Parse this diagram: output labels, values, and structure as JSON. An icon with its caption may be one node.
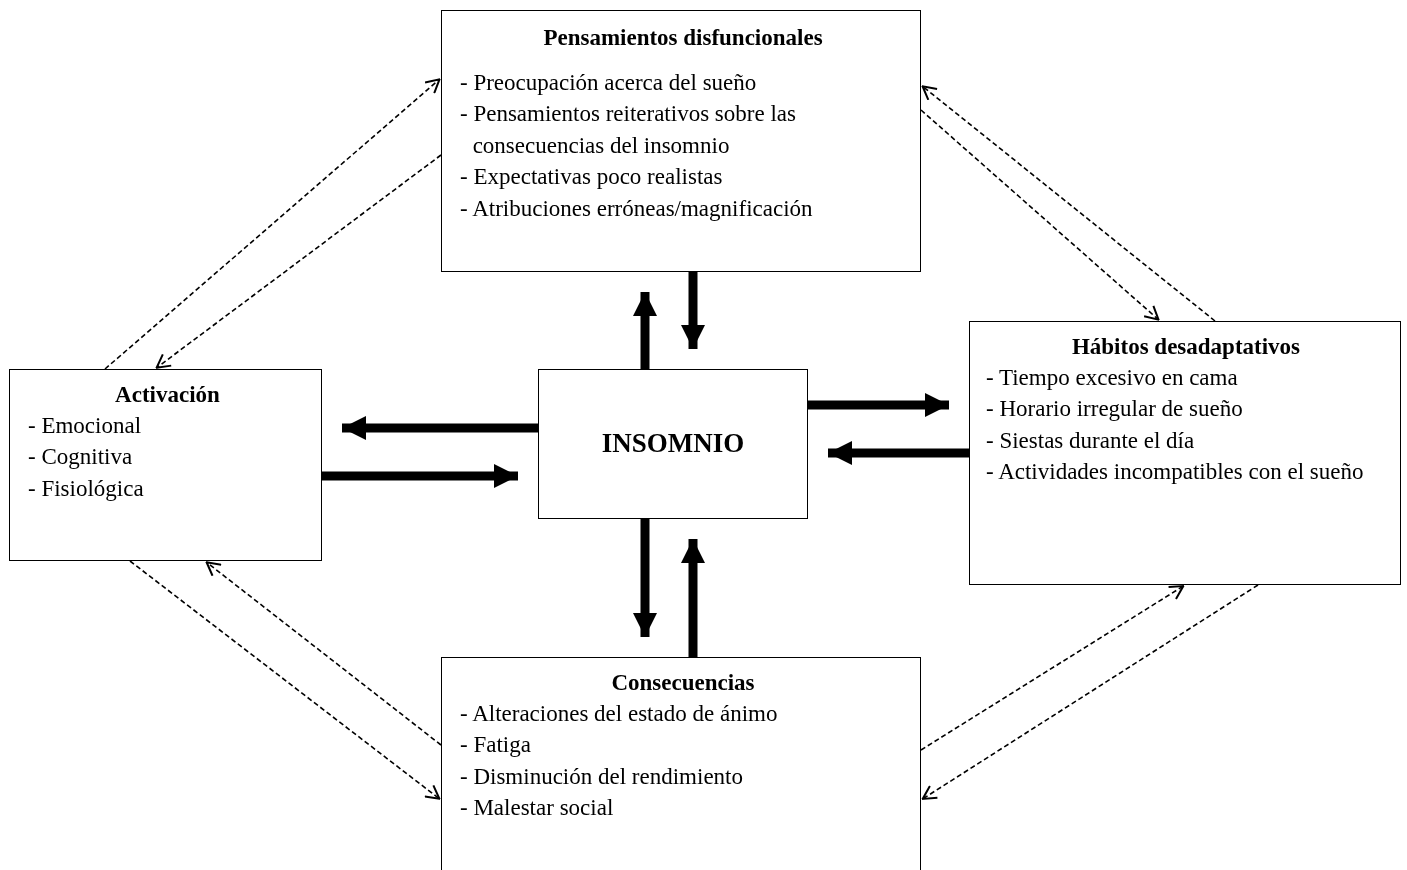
{
  "diagram": {
    "nodes": [
      {
        "text": [
          "Pensamientos disfuncionales",
          "- Preocupación acerca del sueño",
          "- Pensamientos reiterativos sobre las consecuencias del insomnio",
          "- Expectativas poco realistas",
          "- Atribuciones erróneas/magnificación"
        ]
      },
      {
        "text": [
          "Activación",
          "- Emocional",
          "- Cognitiva",
          "- Fisiológica"
        ]
      },
      {
        "text": [
          "INSOMNIO"
        ]
      },
      {
        "text": [
          "Hábitos desadaptativos",
          "- Tiempo excesivo en cama",
          "- Horario irregular de sueño",
          "- Siestas durante el día",
          "- Actividades incompatibles con el sueño"
        ]
      },
      {
        "text": [
          "Consecuencias",
          "- Alteraciones del estado de ánimo",
          "- Fatiga",
          "- Disminución del rendimiento",
          "- Malestar social"
        ]
      }
    ],
    "edges": [
      {
        "from": 1,
        "to": 0,
        "arrow": "to",
        "style": "dashed"
      },
      {
        "from": 0,
        "to": 1,
        "arrow": "to",
        "style": "dashed"
      },
      {
        "from": 3,
        "to": 0,
        "arrow": "to",
        "style": "dashed"
      },
      {
        "from": 0,
        "to": 3,
        "arrow": "to",
        "style": "dashed"
      },
      {
        "from": 4,
        "to": 1,
        "arrow": "to",
        "style": "dashed"
      },
      {
        "from": 1,
        "to": 4,
        "arrow": "to",
        "style": "dashed"
      },
      {
        "from": 4,
        "to": 3,
        "arrow": "to",
        "style": "dashed"
      },
      {
        "from": 3,
        "to": 4,
        "arrow": "to",
        "style": "dashed"
      },
      {
        "from": 2,
        "to": 0,
        "arrow": "to",
        "style": "thick"
      },
      {
        "from": 0,
        "to": 2,
        "arrow": "to",
        "style": "thick"
      },
      {
        "from": 2,
        "to": 1,
        "arrow": "to",
        "style": "thick"
      },
      {
        "from": 1,
        "to": 2,
        "arrow": "to",
        "style": "thick"
      },
      {
        "from": 2,
        "to": 3,
        "arrow": "to",
        "style": "thick"
      },
      {
        "from": 3,
        "to": 2,
        "arrow": "to",
        "style": "thick"
      },
      {
        "from": 2,
        "to": 4,
        "arrow": "to",
        "style": "thick"
      },
      {
        "from": 4,
        "to": 2,
        "arrow": "to",
        "style": "thick"
      }
    ]
  }
}
